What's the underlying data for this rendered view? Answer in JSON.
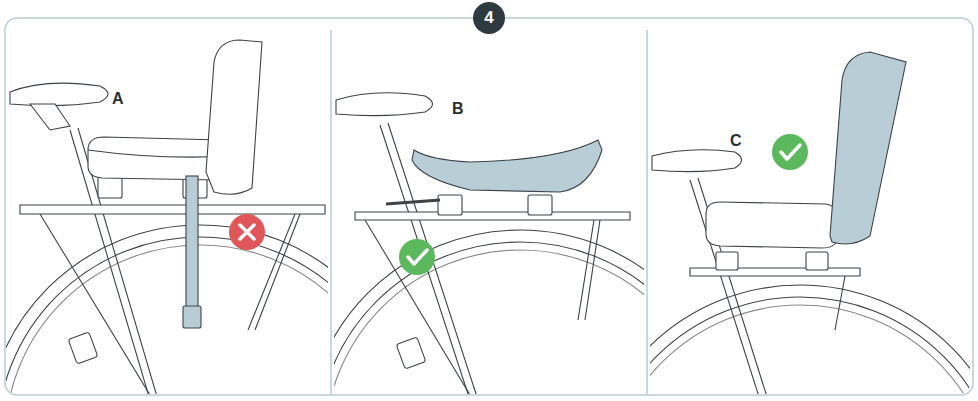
{
  "diagram": {
    "nodes": [
      {
        "text": [
          "4"
        ]
      }
    ],
    "labels": [
      "A",
      "B",
      "C"
    ]
  }
}
